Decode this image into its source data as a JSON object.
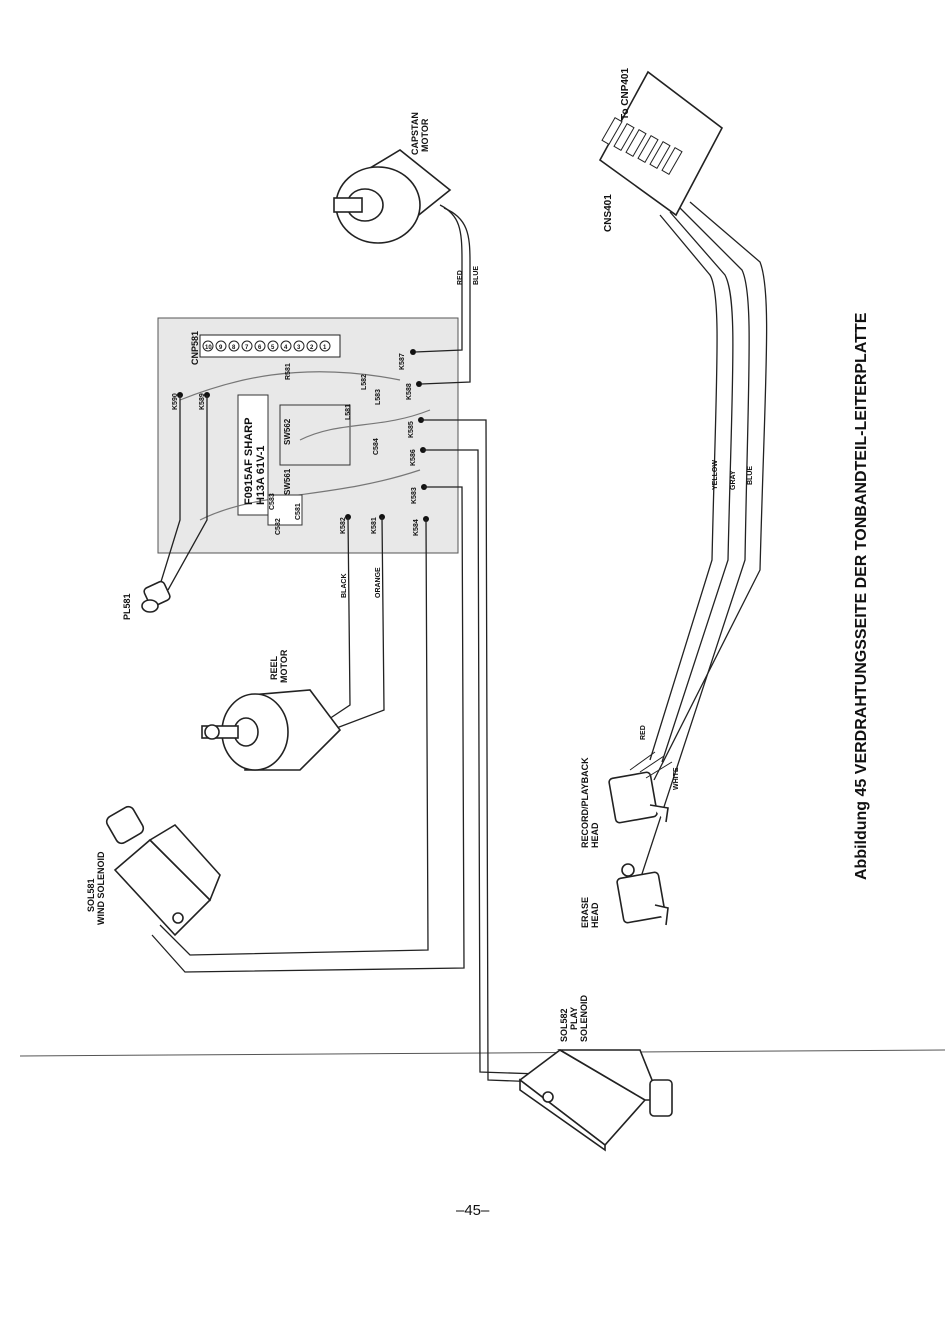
{
  "caption": "Abbildung 45 VERDRAHTUNGSSEITE DER TONBANDTEIL-LEITERPLATTE",
  "page_number": "–45–",
  "components": {
    "connector_to": "To CNP401",
    "connector": "CNS401",
    "capstan_motor": [
      "CAPSTAN",
      "MOTOR"
    ],
    "pcb_connector": "CNP581",
    "pcb_marking": [
      "F0915AF SHARP",
      "H13A 61V-1"
    ],
    "lamp": "PL581",
    "reel_motor": [
      "REEL",
      "MOTOR"
    ],
    "wind_solenoid": [
      "SOL581",
      "WIND SOLENOID"
    ],
    "play_solenoid": [
      "SOL582",
      "PLAY",
      "SOLENOID"
    ],
    "rec_head": [
      "RECORD/PLAYBACK",
      "HEAD"
    ],
    "erase_head": [
      "ERASE",
      "HEAD"
    ]
  },
  "terminals": [
    "K590",
    "K589",
    "K587",
    "K588",
    "K585",
    "K586",
    "K583",
    "K584",
    "K582",
    "K581"
  ],
  "board_refs": [
    "SW561",
    "SW562",
    "C583",
    "C582",
    "C581",
    "R581",
    "L581",
    "L582",
    "L583",
    "C584"
  ],
  "pins": [
    "10",
    "9",
    "8",
    "7",
    "6",
    "5",
    "4",
    "3",
    "2",
    "1"
  ],
  "wire_colors": {
    "red": "RED",
    "blue": "BLUE",
    "black": "BLACK",
    "orange": "ORANGE",
    "yellow": "YELLOW",
    "gray": "GRAY",
    "blue2": "BLUE",
    "red2": "RED",
    "white": "WHITE"
  }
}
